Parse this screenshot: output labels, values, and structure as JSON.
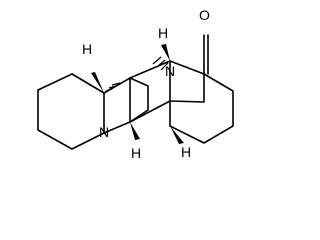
{
  "molecule": {
    "atoms": {
      "carbonyl_oxygen": "O",
      "lactam_nitrogen": "N",
      "pyrrolidine_nitrogen": "N",
      "stereo_h_left": "H",
      "stereo_h_top": "H",
      "stereo_h_bottom": "H",
      "stereo_h_right": "H"
    },
    "colors": {
      "background": "#ffffff",
      "bond": "#000000",
      "text": "#000000"
    }
  }
}
